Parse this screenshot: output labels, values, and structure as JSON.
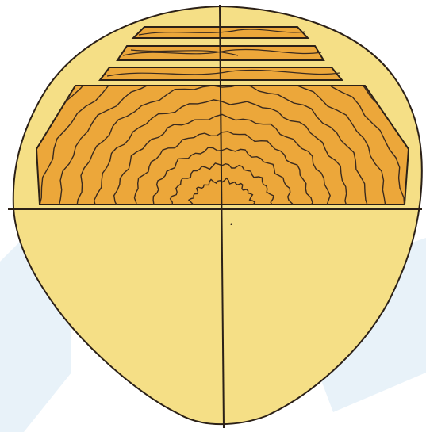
{
  "colors": {
    "background": "#ffffff",
    "watermark": "#d6e7f4",
    "log_face": "#f5df86",
    "board_fill": "#eca73a",
    "grain_line": "#3a2a1e",
    "outline": "#2b2017"
  },
  "boards": [
    {
      "name": "board-top",
      "grain": "mixed"
    },
    {
      "name": "board-second",
      "grain": "mixed"
    },
    {
      "name": "board-third",
      "grain": "mixed"
    },
    {
      "name": "cant-center",
      "grain": "concentric-rings"
    }
  ],
  "growth_ring_count": 12,
  "pith_marker_symbol": "•"
}
